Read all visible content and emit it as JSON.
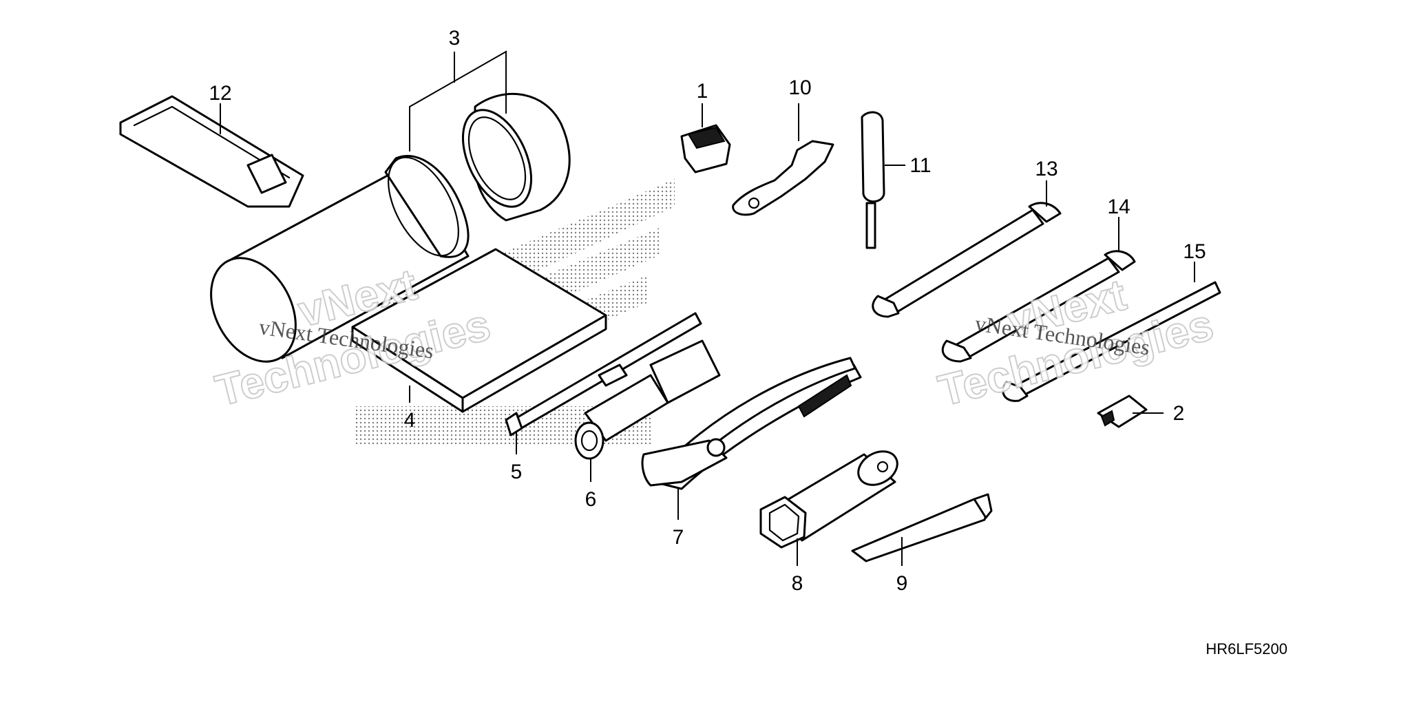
{
  "diagram": {
    "code": "HR6LF5200",
    "callouts": [
      "1",
      "2",
      "3",
      "4",
      "5",
      "6",
      "7",
      "8",
      "9",
      "10",
      "11",
      "12",
      "13",
      "14",
      "15"
    ]
  },
  "watermark": {
    "line1": "vNext Technologies",
    "big_line1": "vNext",
    "big_line2": "Technologies"
  },
  "colors": {
    "ink": "#000000",
    "paper": "#ffffff",
    "watermark": "#c8c8c8"
  }
}
